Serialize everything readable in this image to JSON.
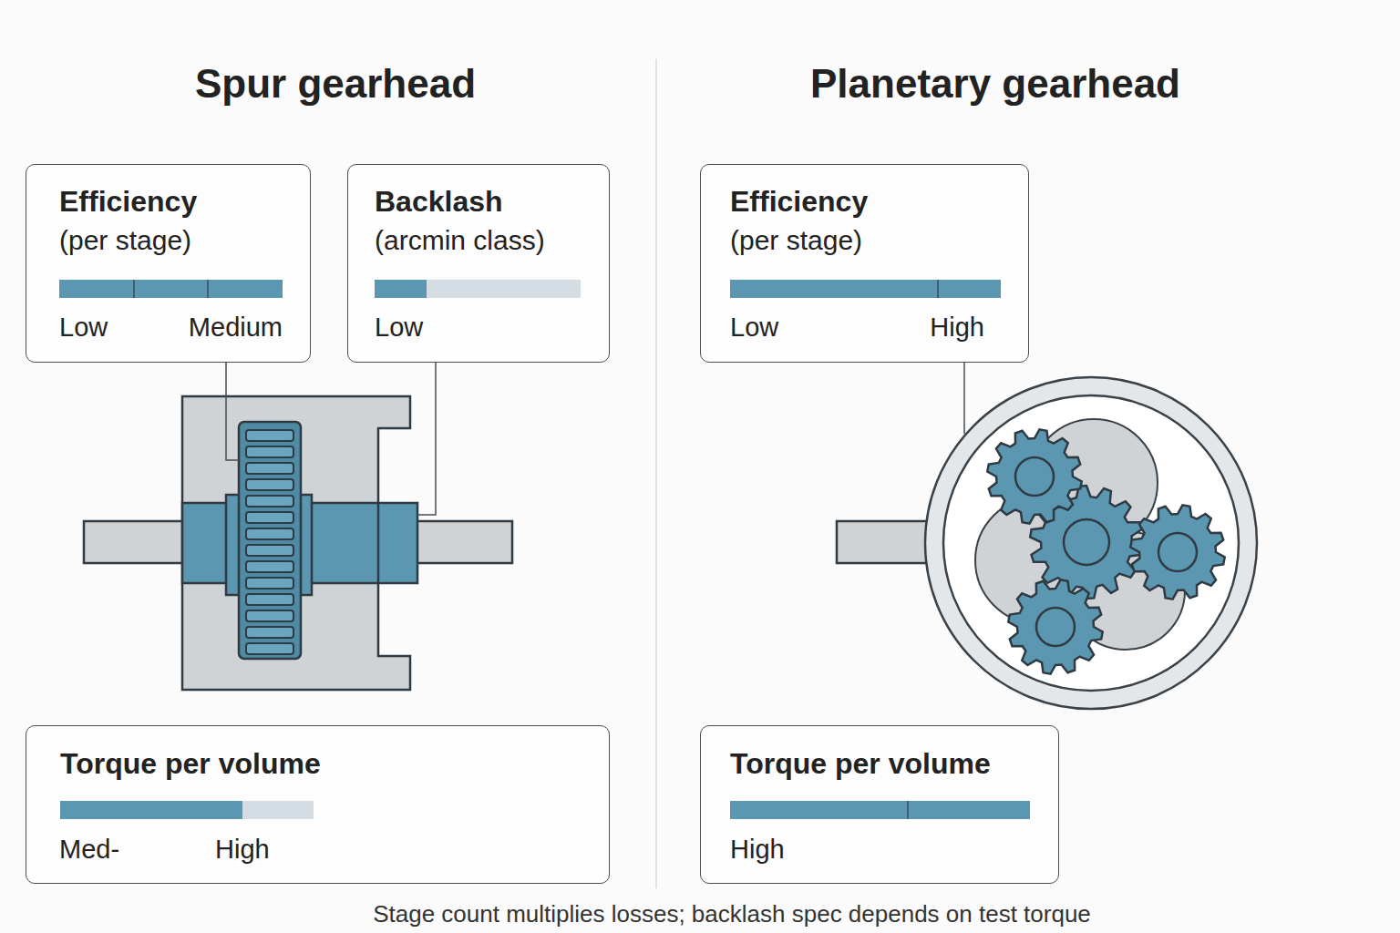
{
  "diagram": {
    "caption": "Stage count multiplies losses; backlash spec depends on test torque",
    "nodes": [
      {
        "text": [
          "Efficiency",
          "(per stage)",
          "Low",
          "Medium"
        ]
      },
      {
        "text": [
          "Backlash",
          "(arcmin class)",
          "Low"
        ]
      },
      {
        "text": [
          "Torque per volume",
          "Med-",
          "High"
        ]
      },
      {
        "text": [
          "Efficiency",
          "(per stage)",
          "Low",
          "High"
        ]
      },
      {
        "text": [
          "Torque per volume",
          "High"
        ]
      }
    ],
    "labels": [
      "Spur gearhead",
      "Planetary gearhead"
    ]
  }
}
